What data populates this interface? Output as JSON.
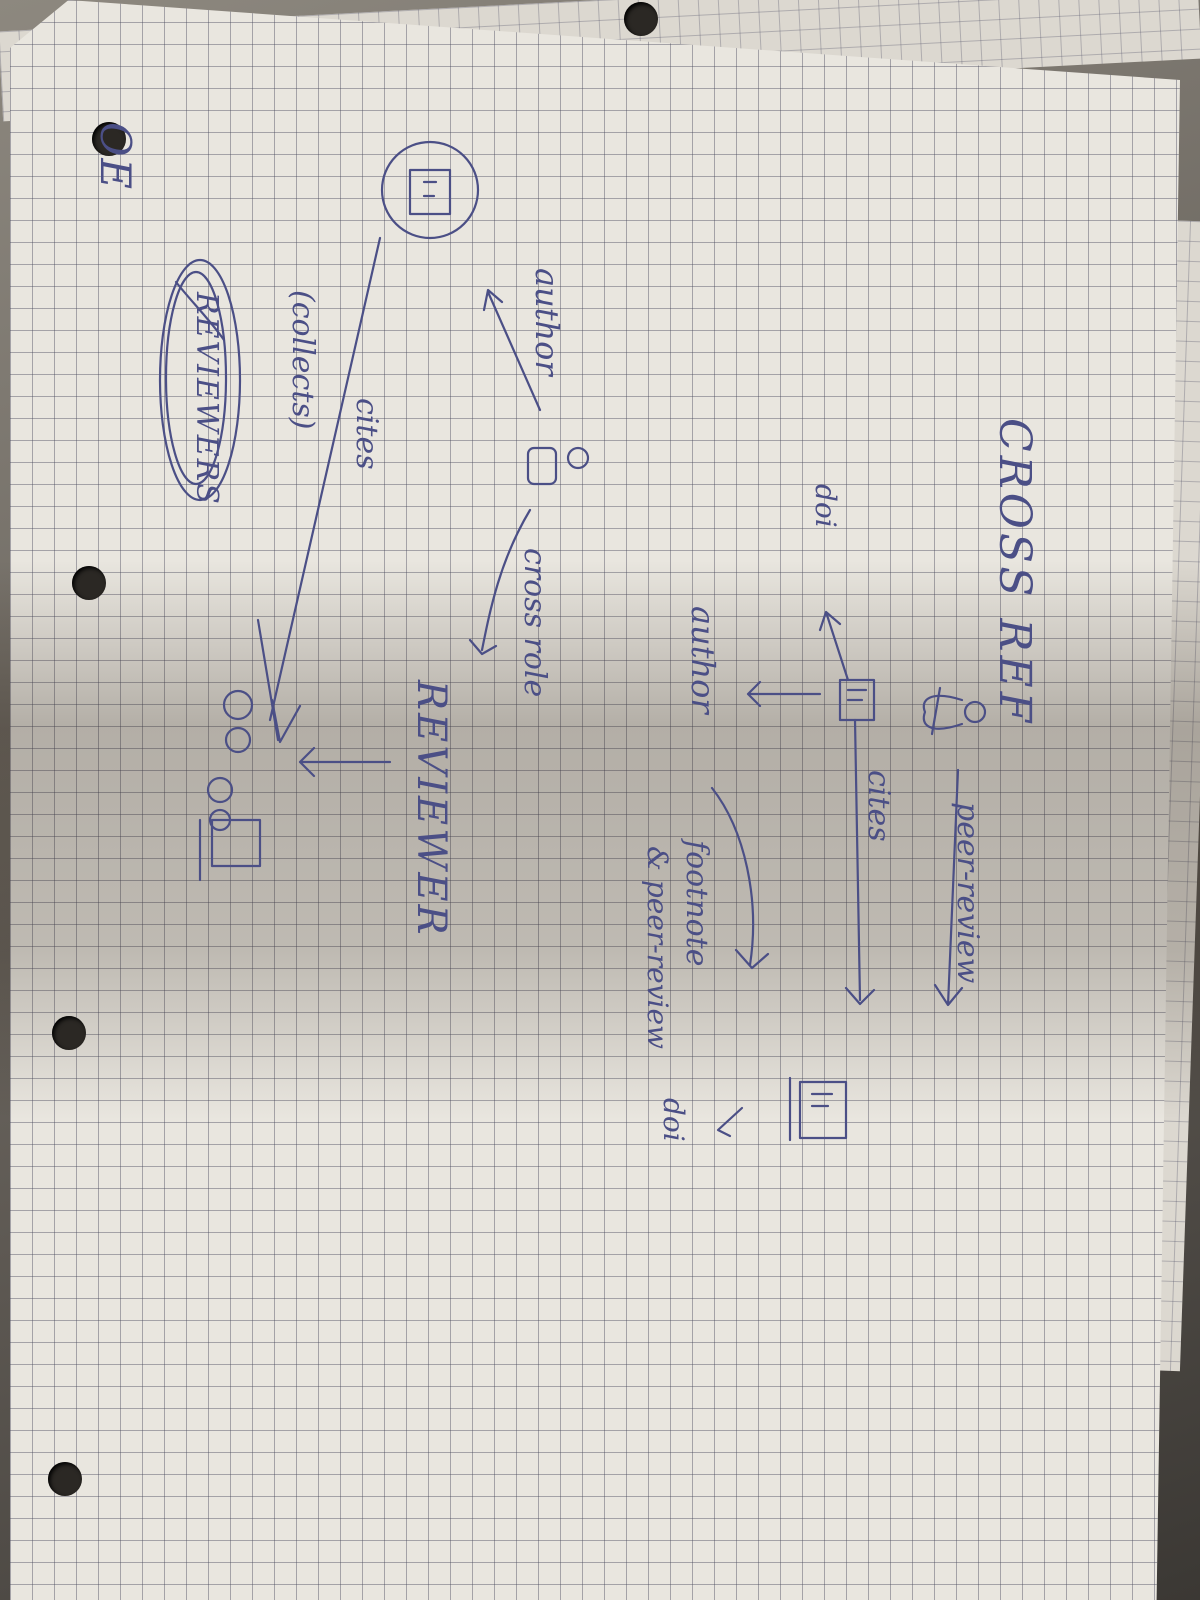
{
  "notes": {
    "title": "CROSS REF",
    "top_left": "OE",
    "peer_review": "peer-review",
    "doi_left": "doi",
    "cites": "cites",
    "author_mid": "author",
    "footnote_line1": "footnote",
    "footnote_line2": "& peer-review",
    "doi_right": "doi",
    "author_left": "author",
    "cross_role": "cross role",
    "reviewer": "REVIEWER",
    "cites_bottom": "cites",
    "collects": "(collects)",
    "reviewers": "REVIEWERS"
  },
  "ink_color": "#4b4f86"
}
